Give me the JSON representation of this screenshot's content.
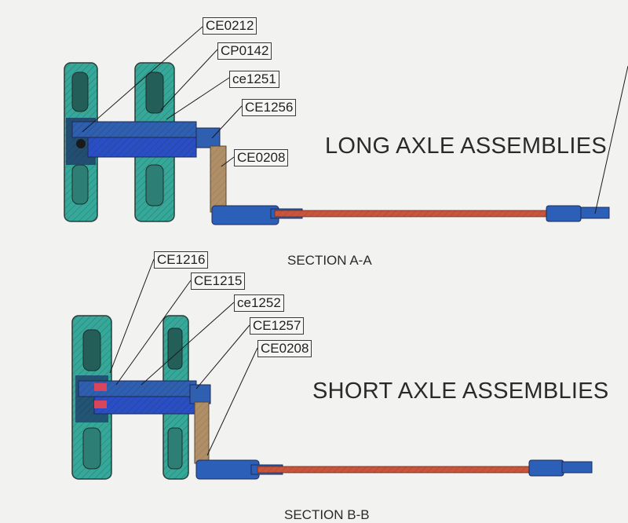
{
  "long": {
    "heading": "LONG AXLE ASSEMBLIES",
    "section": "SECTION A-A",
    "parts": [
      "CE0212",
      "CP0142",
      "ce1251",
      "CE1256",
      "CE0208"
    ]
  },
  "short": {
    "heading": "SHORT AXLE ASSEMBLIES",
    "section": "SECTION B-B",
    "parts": [
      "CE1216",
      "CE1215",
      "ce1252",
      "CE1257",
      "CE0208"
    ]
  },
  "colors": {
    "wheel": "#35a89a",
    "bearing": "#2f5fb0",
    "hub": "#2a4fc4",
    "crank": "#b08f67",
    "rod": "#c8553c",
    "sleeve": "#2c60b8"
  }
}
